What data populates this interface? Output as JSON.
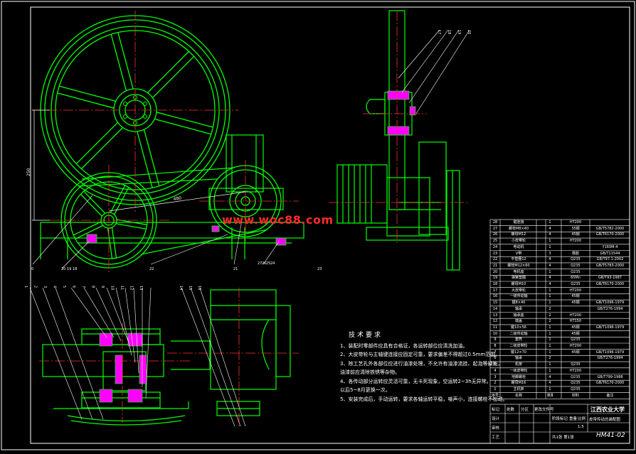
{
  "watermark": "www.woc88.com",
  "colors": {
    "background": "#000000",
    "outline": "#00ff00",
    "frame": "#ffffff",
    "center_line": "#ff3030",
    "fill": "#ff00ff",
    "leader": "#ffffff",
    "dim": "#00ffff"
  },
  "tech_requirements": {
    "title": "技术要求",
    "items": [
      "1、装配时零部件应具有合格证，各运转部位应清洗加油。",
      "2、大皮带轮与主轴键连接应固定可靠，要求偏差不得超过0.5mm范围。",
      "3、除工艺孔外各部位应进行油漆处理，不允许有油漆流挂、起泡等缺陷，",
      "   油漆前应清除铁锈等杂物。",
      "4、各传动部分运转应灵活可靠，无卡死现象，空运转2~3h无异常。",
      "   以后5~8月更换一次。",
      "5、安装完成后，手动运转，要求各轴运转平稳，噪声小，连接螺栓不松动。"
    ]
  },
  "bom": [
    {
      "no": "28",
      "name": "键连接",
      "qty": "1",
      "material": "HT200",
      "std": ""
    },
    {
      "no": "27",
      "name": "螺栓M8×40",
      "qty": "4",
      "material": "35钢",
      "std": "GB/T5782-2000"
    },
    {
      "no": "26",
      "name": "螺母M12",
      "qty": "4",
      "material": "45钢",
      "std": "GB/T6170-2000"
    },
    {
      "no": "25",
      "name": "小皮带轮",
      "qty": "1",
      "material": "HT200",
      "std": ""
    },
    {
      "no": "24",
      "name": "电动机",
      "qty": "1",
      "material": "",
      "std": "Y160M-4"
    },
    {
      "no": "23",
      "name": "V带",
      "qty": "3",
      "material": "橡胶",
      "std": "GB/T11544"
    },
    {
      "no": "22",
      "name": "平垫圈12",
      "qty": "4",
      "material": "Q235",
      "std": "GB/T97.1-2002"
    },
    {
      "no": "21",
      "name": "螺栓M12×60",
      "qty": "4",
      "material": "Q235",
      "std": "GB/T5783-2000"
    },
    {
      "no": "20",
      "name": "电机座",
      "qty": "1",
      "material": "Q235",
      "std": ""
    },
    {
      "no": "19",
      "name": "弹簧垫圈",
      "qty": "4",
      "material": "65Mn",
      "std": "GB/T93-1987"
    },
    {
      "no": "18",
      "name": "螺母M10",
      "qty": "4",
      "material": "Q235",
      "std": "GB/T6170-2000"
    },
    {
      "no": "17",
      "name": "大皮带轮",
      "qty": "1",
      "material": "HT200",
      "std": ""
    },
    {
      "no": "16",
      "name": "一级传动轴",
      "qty": "1",
      "material": "45钢",
      "std": ""
    },
    {
      "no": "15",
      "name": "键8×40",
      "qty": "1",
      "material": "45钢",
      "std": "GB/T1096-1979"
    },
    {
      "no": "14",
      "name": "轴承",
      "qty": "2",
      "material": "",
      "std": "GB/T276-1994"
    },
    {
      "no": "13",
      "name": "轴承座",
      "qty": "2",
      "material": "HT200",
      "std": ""
    },
    {
      "no": "12",
      "name": "端盖",
      "qty": "2",
      "material": "HT150",
      "std": ""
    },
    {
      "no": "11",
      "name": "键10×56",
      "qty": "1",
      "material": "45钢",
      "std": "GB/T1096-1979"
    },
    {
      "no": "10",
      "name": "二级传动轴",
      "qty": "1",
      "material": "45钢",
      "std": ""
    },
    {
      "no": "9",
      "name": "套筒",
      "qty": "1",
      "material": "Q235",
      "std": ""
    },
    {
      "no": "8",
      "name": "二级皮带轮",
      "qty": "1",
      "material": "HT200",
      "std": ""
    },
    {
      "no": "7",
      "name": "键12×70",
      "qty": "1",
      "material": "45钢",
      "std": "GB/T1096-1979"
    },
    {
      "no": "6",
      "name": "轴承",
      "qty": "2",
      "material": "",
      "std": "GB/T276-1994"
    },
    {
      "no": "5",
      "name": "机架",
      "qty": "1",
      "material": "Q235",
      "std": ""
    },
    {
      "no": "4",
      "name": "一级皮带轮",
      "qty": "1",
      "material": "HT200",
      "std": ""
    },
    {
      "no": "3",
      "name": "地脚螺栓",
      "qty": "4",
      "material": "Q235",
      "std": "GB/T799-1988"
    },
    {
      "no": "2",
      "name": "螺母M16",
      "qty": "4",
      "material": "Q235",
      "std": "GB/T6170-2000"
    },
    {
      "no": "1",
      "name": "主机架",
      "qty": "1",
      "material": "Q235",
      "std": ""
    },
    {
      "no": "序号",
      "name": "名称",
      "qty": "数量",
      "material": "材料",
      "std": "备注"
    }
  ],
  "title_block": {
    "school": "江西农业大学",
    "drawing_title": "皮带传动总装配图",
    "drawing_no": "HM41-02",
    "sheet": "共1张 第1张",
    "labels": [
      "标记",
      "处数",
      "分区",
      "更改文件号",
      "签名",
      "年月日",
      "设计",
      "审核",
      "工艺",
      "批准",
      "阶段标记",
      "重量",
      "比例",
      "1:5"
    ]
  },
  "dims": {
    "height": "250",
    "center": "480"
  },
  "balloons": {
    "top_side": [
      "17",
      "18",
      "19",
      "20"
    ],
    "bottom_left": [
      "1",
      "2",
      "3",
      "4",
      "5",
      "6",
      "7",
      "8",
      "9",
      "10",
      "11",
      "12",
      "13"
    ],
    "bottom_right": [
      "14",
      "15",
      "16"
    ],
    "front_left": [
      "20",
      "19",
      "18"
    ],
    "front_right": [
      "27",
      "26",
      "25",
      "24"
    ],
    "front_center": [
      "22",
      "21",
      "23"
    ]
  }
}
